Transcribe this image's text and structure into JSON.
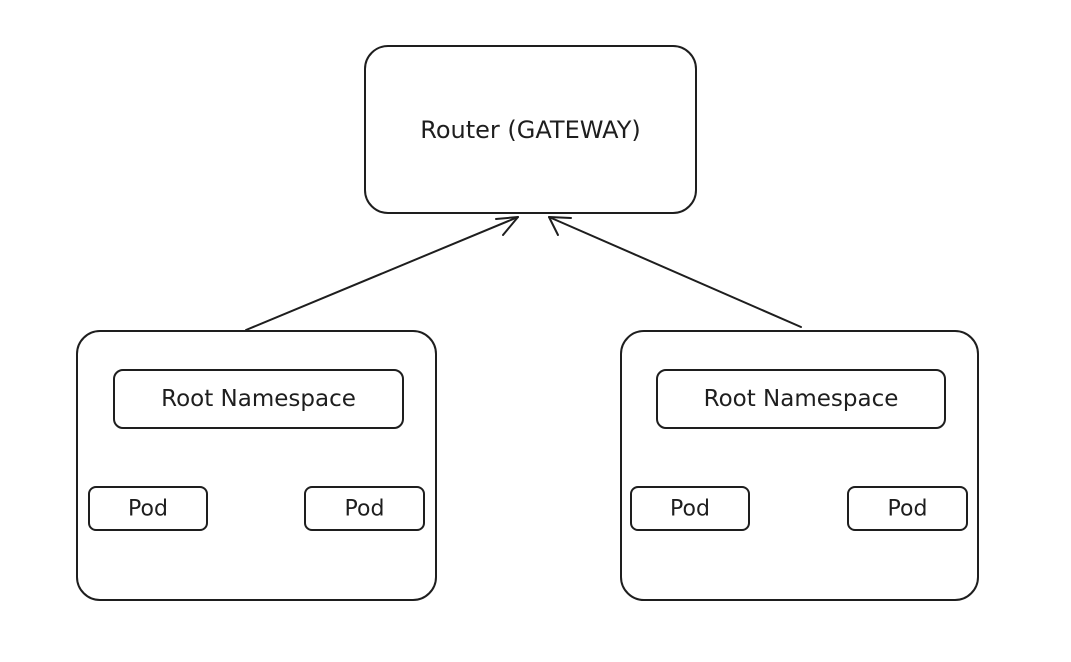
{
  "router": {
    "label": "Router (GATEWAY)"
  },
  "clusters": [
    {
      "namespace": {
        "label": "Root Namespace"
      },
      "pods": [
        {
          "label": "Pod"
        },
        {
          "label": "Pod"
        }
      ]
    },
    {
      "namespace": {
        "label": "Root Namespace"
      },
      "pods": [
        {
          "label": "Pod"
        },
        {
          "label": "Pod"
        }
      ]
    }
  ],
  "colors": {
    "stroke": "#1e1e1e",
    "background": "#ffffff"
  }
}
